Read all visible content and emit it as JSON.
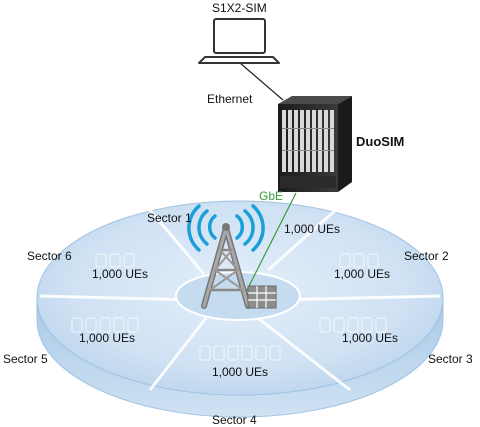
{
  "laptop": {
    "label": "S1X2-SIM",
    "icon": "laptop-icon"
  },
  "link_ethernet": {
    "label": "Ethernet"
  },
  "chassis": {
    "label": "DuoSIM",
    "icon": "server-chassis-icon"
  },
  "link_gbe": {
    "label": "GbE",
    "color": "#3a9a3a"
  },
  "tower": {
    "icon": "cell-tower-icon"
  },
  "sectors": [
    {
      "name": "Sector 1",
      "ues": "1,000 UEs"
    },
    {
      "name": "Sector 2",
      "ues": "1,000 UEs"
    },
    {
      "name": "Sector 3",
      "ues": "1,000 UEs"
    },
    {
      "name": "Sector 4",
      "ues": "1,000 UEs"
    },
    {
      "name": "Sector 5",
      "ues": "1,000 UEs"
    },
    {
      "name": "Sector 6",
      "ues": "1,000 UEs"
    }
  ],
  "colors": {
    "disc_top": "#cfe3f5",
    "disc_edge": "#9cc2e3",
    "signal": "#1aa0d8"
  }
}
